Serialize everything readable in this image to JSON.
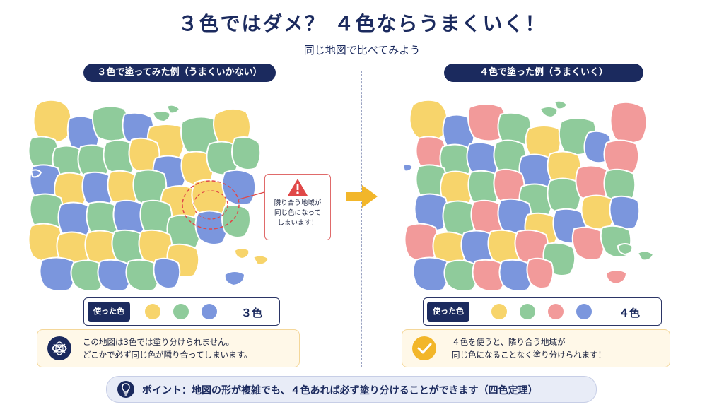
{
  "title": "３色ではダメ？ ４色ならうまくいく！",
  "subtitle": "同じ地図で比べてみよう",
  "left_panel": {
    "header": "３色で塗ってみた例（うまくいかない）",
    "callout_lines": [
      "隣り合う地域が",
      "同じ色になって",
      "しまいます！"
    ],
    "legend_label": "使った色",
    "legend_count": "３色",
    "legend_colors": [
      "#f7d46b",
      "#8fcb9b",
      "#7b96dd"
    ],
    "note_lines": [
      "この地図は3色では塗り分けられません。",
      "どこかで必ず同じ色が隣り合ってしまいます。"
    ]
  },
  "right_panel": {
    "header": "４色で塗った例（うまくいく）",
    "legend_label": "使った色",
    "legend_count": "４色",
    "legend_colors": [
      "#f7d46b",
      "#8fcb9b",
      "#f29a9a",
      "#7b96dd"
    ],
    "note_lines": [
      "４色を使うと、隣り合う地域が",
      "同じ色になることなく塗り分けられます！"
    ]
  },
  "point_text": "ポイント：地図の形が複雑でも、４色あれば必ず塗り分けることができます（四色定理）",
  "colors": {
    "navy": "#1b2a5e",
    "yellow": "#f7d46b",
    "green": "#8fcb9b",
    "blue": "#7b96dd",
    "pink": "#f29a9a",
    "warning": "#e04848",
    "check": "#f2b62a",
    "arrow": "#f2b62a"
  },
  "icons": {
    "warning": "warning-triangle-icon",
    "tangle": "tangled-lines-icon",
    "check": "check-circle-icon",
    "lightbulb": "lightbulb-icon",
    "arrow": "arrow-right-icon"
  }
}
